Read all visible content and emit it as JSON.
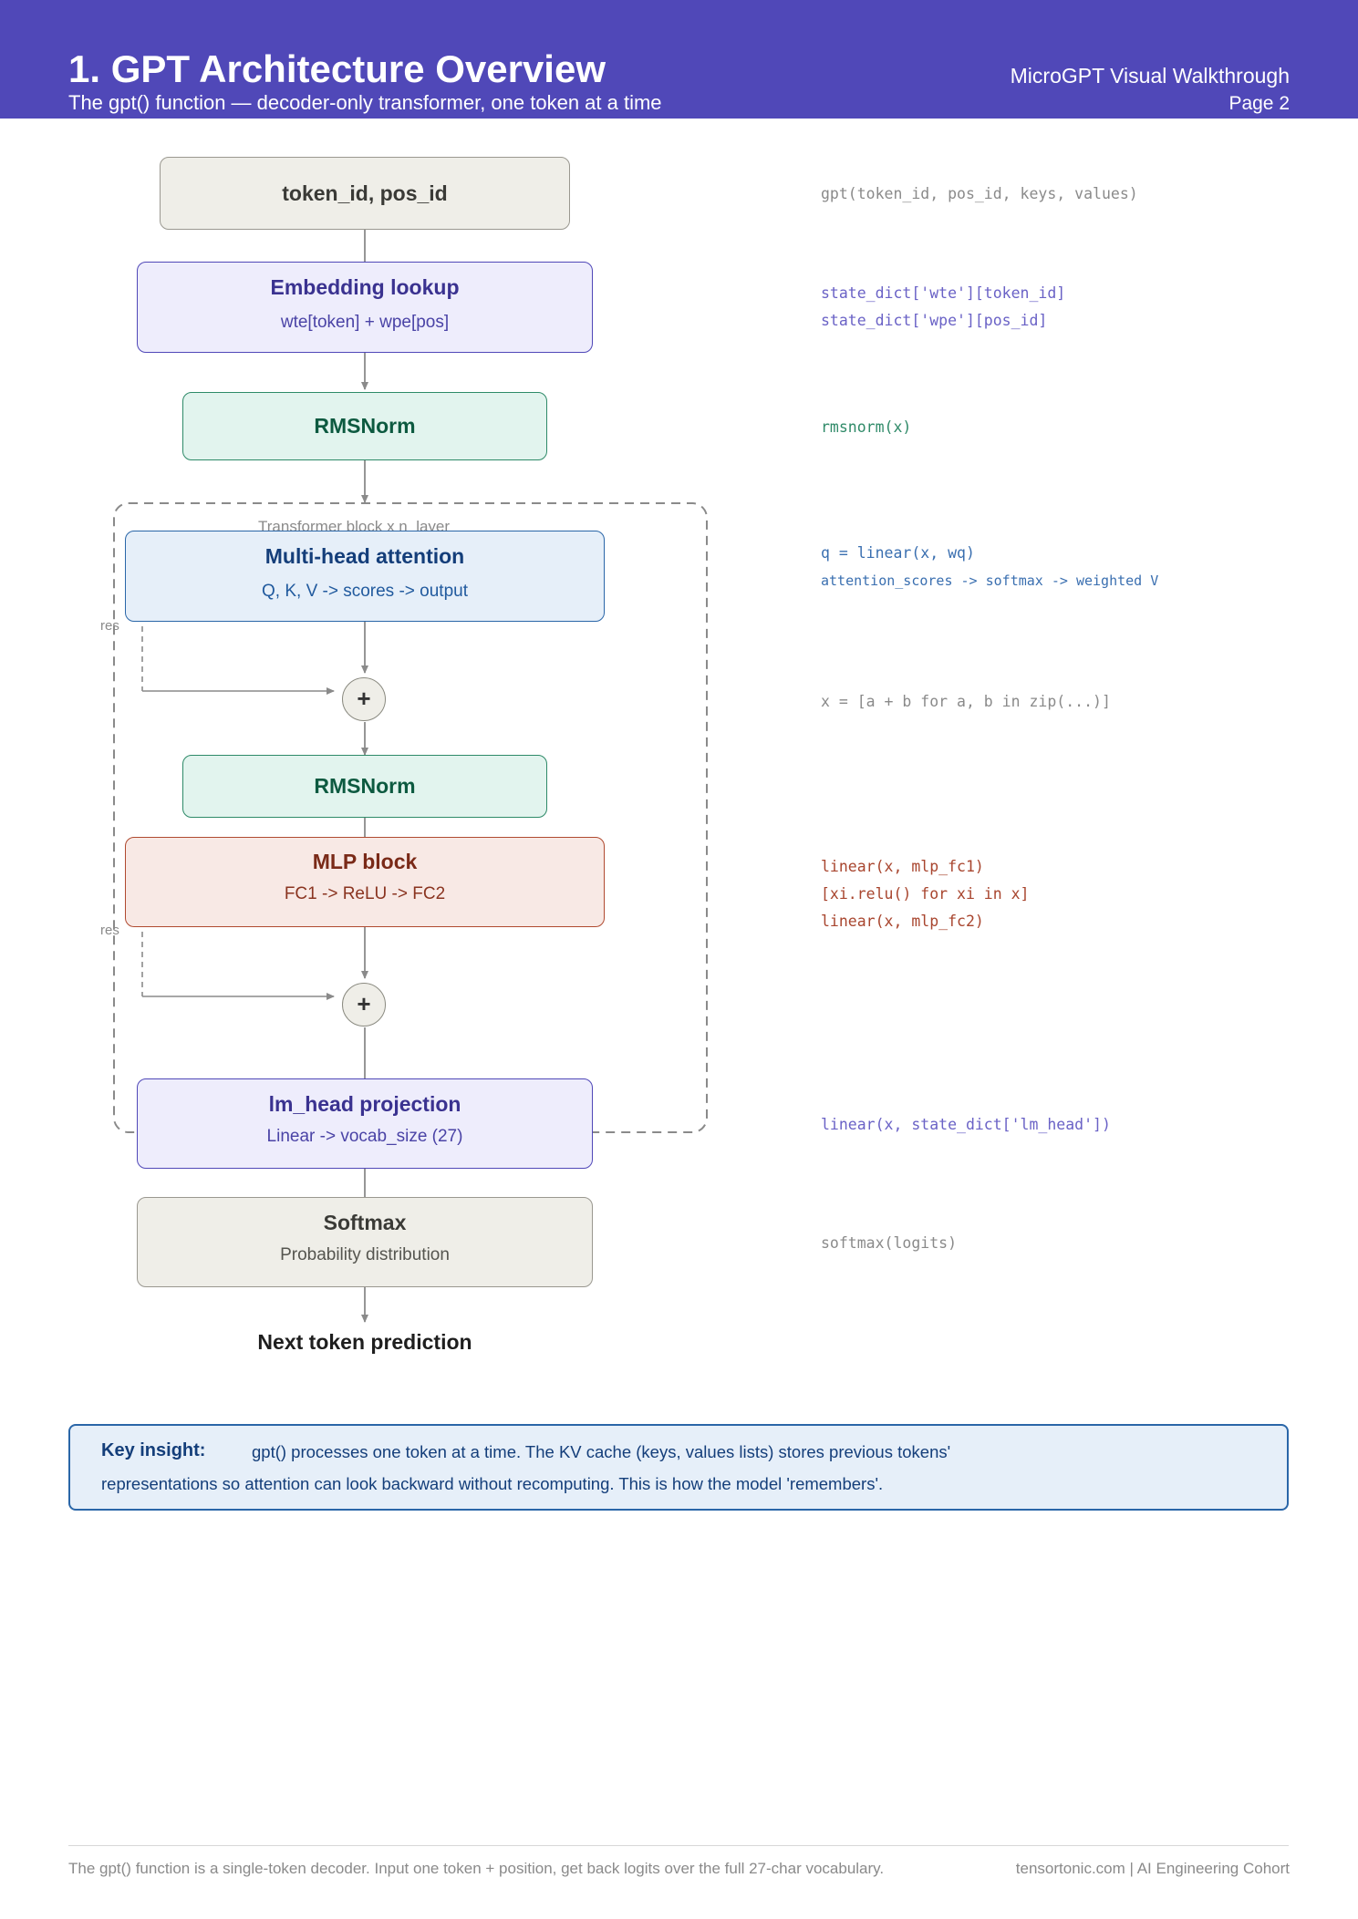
{
  "header": {
    "title": "1. GPT Architecture Overview",
    "subtitle": "The gpt() function — decoder-only transformer, one token at a time",
    "series": "MicroGPT Visual Walkthrough",
    "page": "Page 2"
  },
  "diagram": {
    "input": {
      "title": "token_id, pos_id"
    },
    "embedding": {
      "title": "Embedding lookup",
      "sub": "wte[token] + wpe[pos]"
    },
    "rmsnorm1": {
      "title": "RMSNorm"
    },
    "block_label": "Transformer block x n_layer",
    "attention": {
      "title": "Multi-head attention",
      "sub": "Q, K, V -> scores -> output"
    },
    "residual_label": "res",
    "plus": "+",
    "rmsnorm2": {
      "title": "RMSNorm"
    },
    "mlp": {
      "title": "MLP block",
      "sub": "FC1 -> ReLU -> FC2"
    },
    "lm_head": {
      "title": "lm_head projection",
      "sub": "Linear -> vocab_size (27)"
    },
    "softmax": {
      "title": "Softmax",
      "sub": "Probability distribution"
    },
    "output": "Next token prediction"
  },
  "code": {
    "gpt_call": "gpt(token_id, pos_id, keys, values)",
    "wte": "state_dict['wte'][token_id]",
    "wpe": "state_dict['wpe'][pos_id]",
    "rmsnorm": "rmsnorm(x)",
    "q_linear": "q = linear(x, wq)",
    "attn_flow": "attention_scores -> softmax -> weighted V",
    "residual": "x = [a + b for a, b in zip(...)]",
    "fc1": "linear(x, mlp_fc1)",
    "relu": "[xi.relu() for xi in x]",
    "fc2": "linear(x, mlp_fc2)",
    "lm_head": "linear(x, state_dict['lm_head'])",
    "softmax": "softmax(logits)"
  },
  "insight": {
    "label": "Key insight:",
    "line1": "gpt() processes one token at a time. The KV cache (keys, values lists) stores previous tokens'",
    "line2": "representations so attention can look backward without recomputing. This is how the model 'remembers'."
  },
  "footer": {
    "left": "The gpt() function is a single-token decoder. Input one token + position, get back logits over the full 27-char vocabulary.",
    "right": "tensortonic.com | AI Engineering Cohort"
  },
  "colors": {
    "header": "#5048b8",
    "purple": "#5048b8",
    "green": "#2e8a68",
    "blue": "#2a66a8",
    "red": "#b04a30",
    "gray": "#9a9890"
  }
}
